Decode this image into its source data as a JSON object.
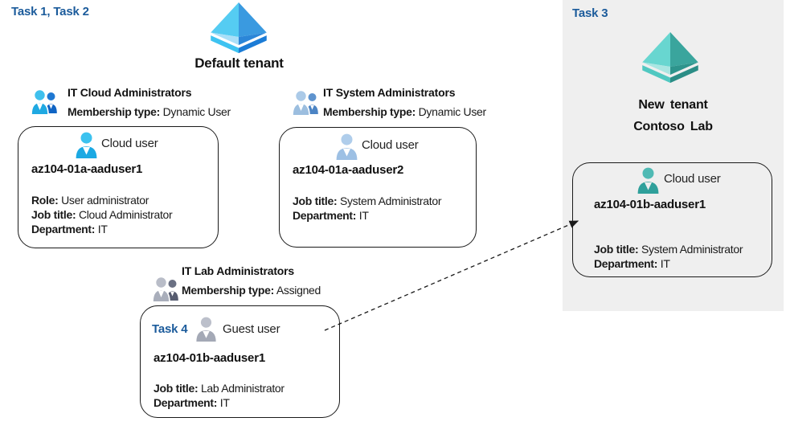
{
  "labels": {
    "task_1_2": "Task 1, Task 2",
    "task_3": "Task 3",
    "task_4": "Task 4"
  },
  "default_tenant": {
    "title": "Default tenant",
    "icon": "tenant-diamond-blue-icon"
  },
  "new_tenant": {
    "title_line1": "New tenant",
    "title_line2": "Contoso Lab",
    "icon": "tenant-diamond-teal-icon"
  },
  "groups": [
    {
      "title": "IT Cloud Administrators",
      "membership_label": "Membership type:",
      "membership_value": "Dynamic User",
      "icon": "group-users-blue-icon"
    },
    {
      "title": "IT System Administrators",
      "membership_label": "Membership type:",
      "membership_value": "Dynamic User",
      "icon": "group-users-steel-icon"
    },
    {
      "title": "IT Lab Administrators",
      "membership_label": "Membership type:",
      "membership_value": "Assigned",
      "icon": "group-users-gray-icon"
    }
  ],
  "user_cards": [
    {
      "user_type": "Cloud user",
      "icon": "cloud-user-cyan-icon",
      "username": "az104-01a-aaduser1",
      "attributes": [
        {
          "label": "Role:",
          "value": "User administrator"
        },
        {
          "label": "Job title:",
          "value": "Cloud Administrator"
        },
        {
          "label": "Department:",
          "value": "IT"
        }
      ]
    },
    {
      "user_type": "Cloud user",
      "icon": "cloud-user-steel-icon",
      "username": "az104-01a-aaduser2",
      "attributes": [
        {
          "label": "Job title:",
          "value": "System Administrator"
        },
        {
          "label": "Department:",
          "value": "IT"
        }
      ]
    },
    {
      "task_label": "Task 4",
      "user_type": "Guest user",
      "icon": "guest-user-gray-icon",
      "username": "az104-01b-aaduser1",
      "attributes": [
        {
          "label": "Job title:",
          "value": "Lab Administrator"
        },
        {
          "label": "Department:",
          "value": "IT"
        }
      ]
    },
    {
      "user_type": "Cloud user",
      "icon": "cloud-user-teal-icon",
      "username": "az104-01b-aaduser1",
      "attributes": [
        {
          "label": "Job title:",
          "value": "System Administrator"
        },
        {
          "label": "Department:",
          "value": "IT"
        }
      ]
    }
  ],
  "connector": {
    "style": "dashed-arrow",
    "from": "guest-user-card",
    "to": "new-tenant-user-card"
  },
  "colors": {
    "task_label_blue": "#1B5B9B",
    "panel_background": "#EFEFEF",
    "card_border": "#1A1A1A",
    "arrow": "#1A1A1A",
    "azure_cyan": "#55CCF2",
    "azure_blue": "#2B86D8",
    "teal_light": "#68D6D0",
    "teal_dark": "#2D948C",
    "steel_blue": "#9DC0E4",
    "gray_user": "#A8ADBA"
  }
}
